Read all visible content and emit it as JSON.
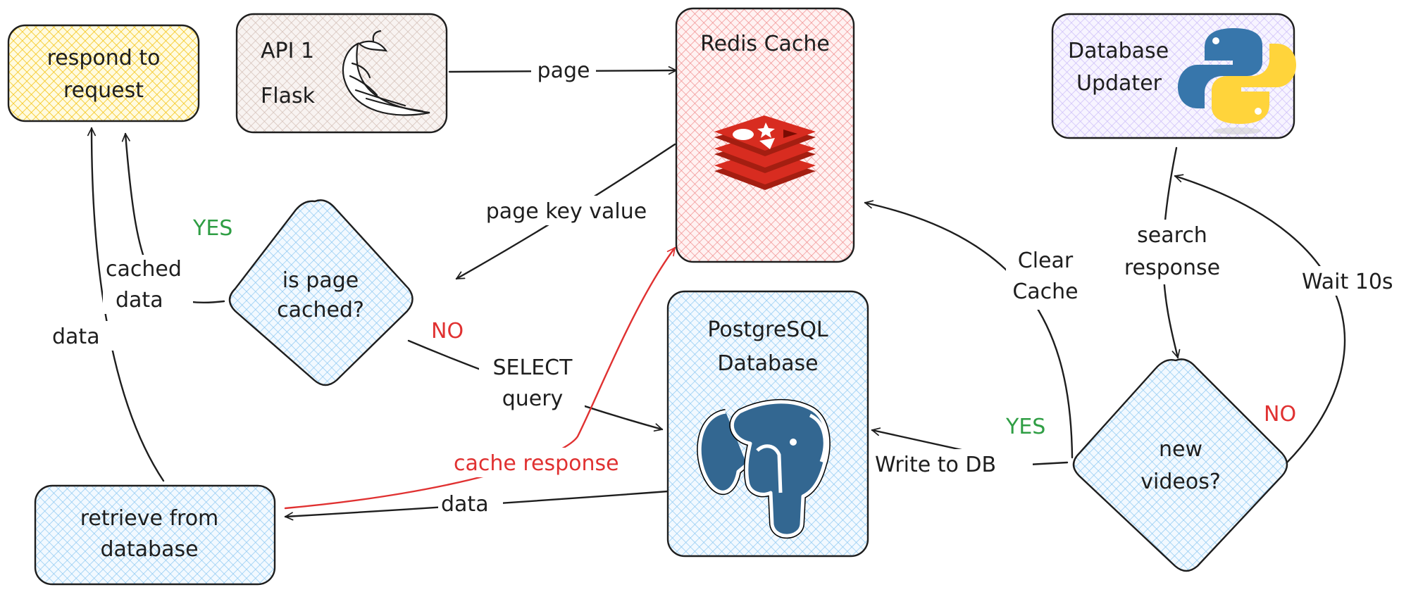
{
  "nodes": {
    "respond": {
      "line1": "respond to",
      "line2": "request",
      "fill": "#ffec99",
      "stroke": "#f5c518"
    },
    "api": {
      "line1": "API 1",
      "line2": "Flask",
      "icon": "flask-horn-icon",
      "fill": "#eaddd7"
    },
    "redis": {
      "title": "Redis Cache",
      "icon": "redis-logo-icon",
      "fill": "#ffc9c9",
      "stroke": "#e03131"
    },
    "updater": {
      "line1": "Database",
      "line2": "Updater",
      "icon": "python-logo-icon",
      "fill": "#e5dbff",
      "stroke": "#b197fc"
    },
    "cached_q": {
      "line1": "is page",
      "line2": "cached?",
      "fill": "#a5d8ff"
    },
    "postgres": {
      "line1": "PostgreSQL",
      "line2": "Database",
      "icon": "postgres-elephant-icon",
      "fill": "#a5d8ff"
    },
    "retrieve": {
      "line1": "retrieve from",
      "line2": "database",
      "fill": "#a5d8ff"
    },
    "new_q": {
      "line1": "new",
      "line2": "videos?",
      "fill": "#a5d8ff"
    }
  },
  "edges": {
    "page": "page",
    "page_key_value": "page key value",
    "yes1": "YES",
    "cached_data_1": "cached",
    "cached_data_2": "data",
    "no1": "NO",
    "select_1": "SELECT",
    "select_2": "query",
    "data_left": "data",
    "data_bottom": "data",
    "cache_response": "cache response",
    "search_1": "search",
    "search_2": "response",
    "clear_1": "Clear",
    "clear_2": "Cache",
    "wait": "Wait 10s",
    "yes2": "YES",
    "no2": "NO",
    "write_db": "Write to DB"
  },
  "colors": {
    "stroke": "#1e1e1e",
    "yes": "#2f9e44",
    "no": "#e03131",
    "cache_arrow": "#e03131"
  }
}
